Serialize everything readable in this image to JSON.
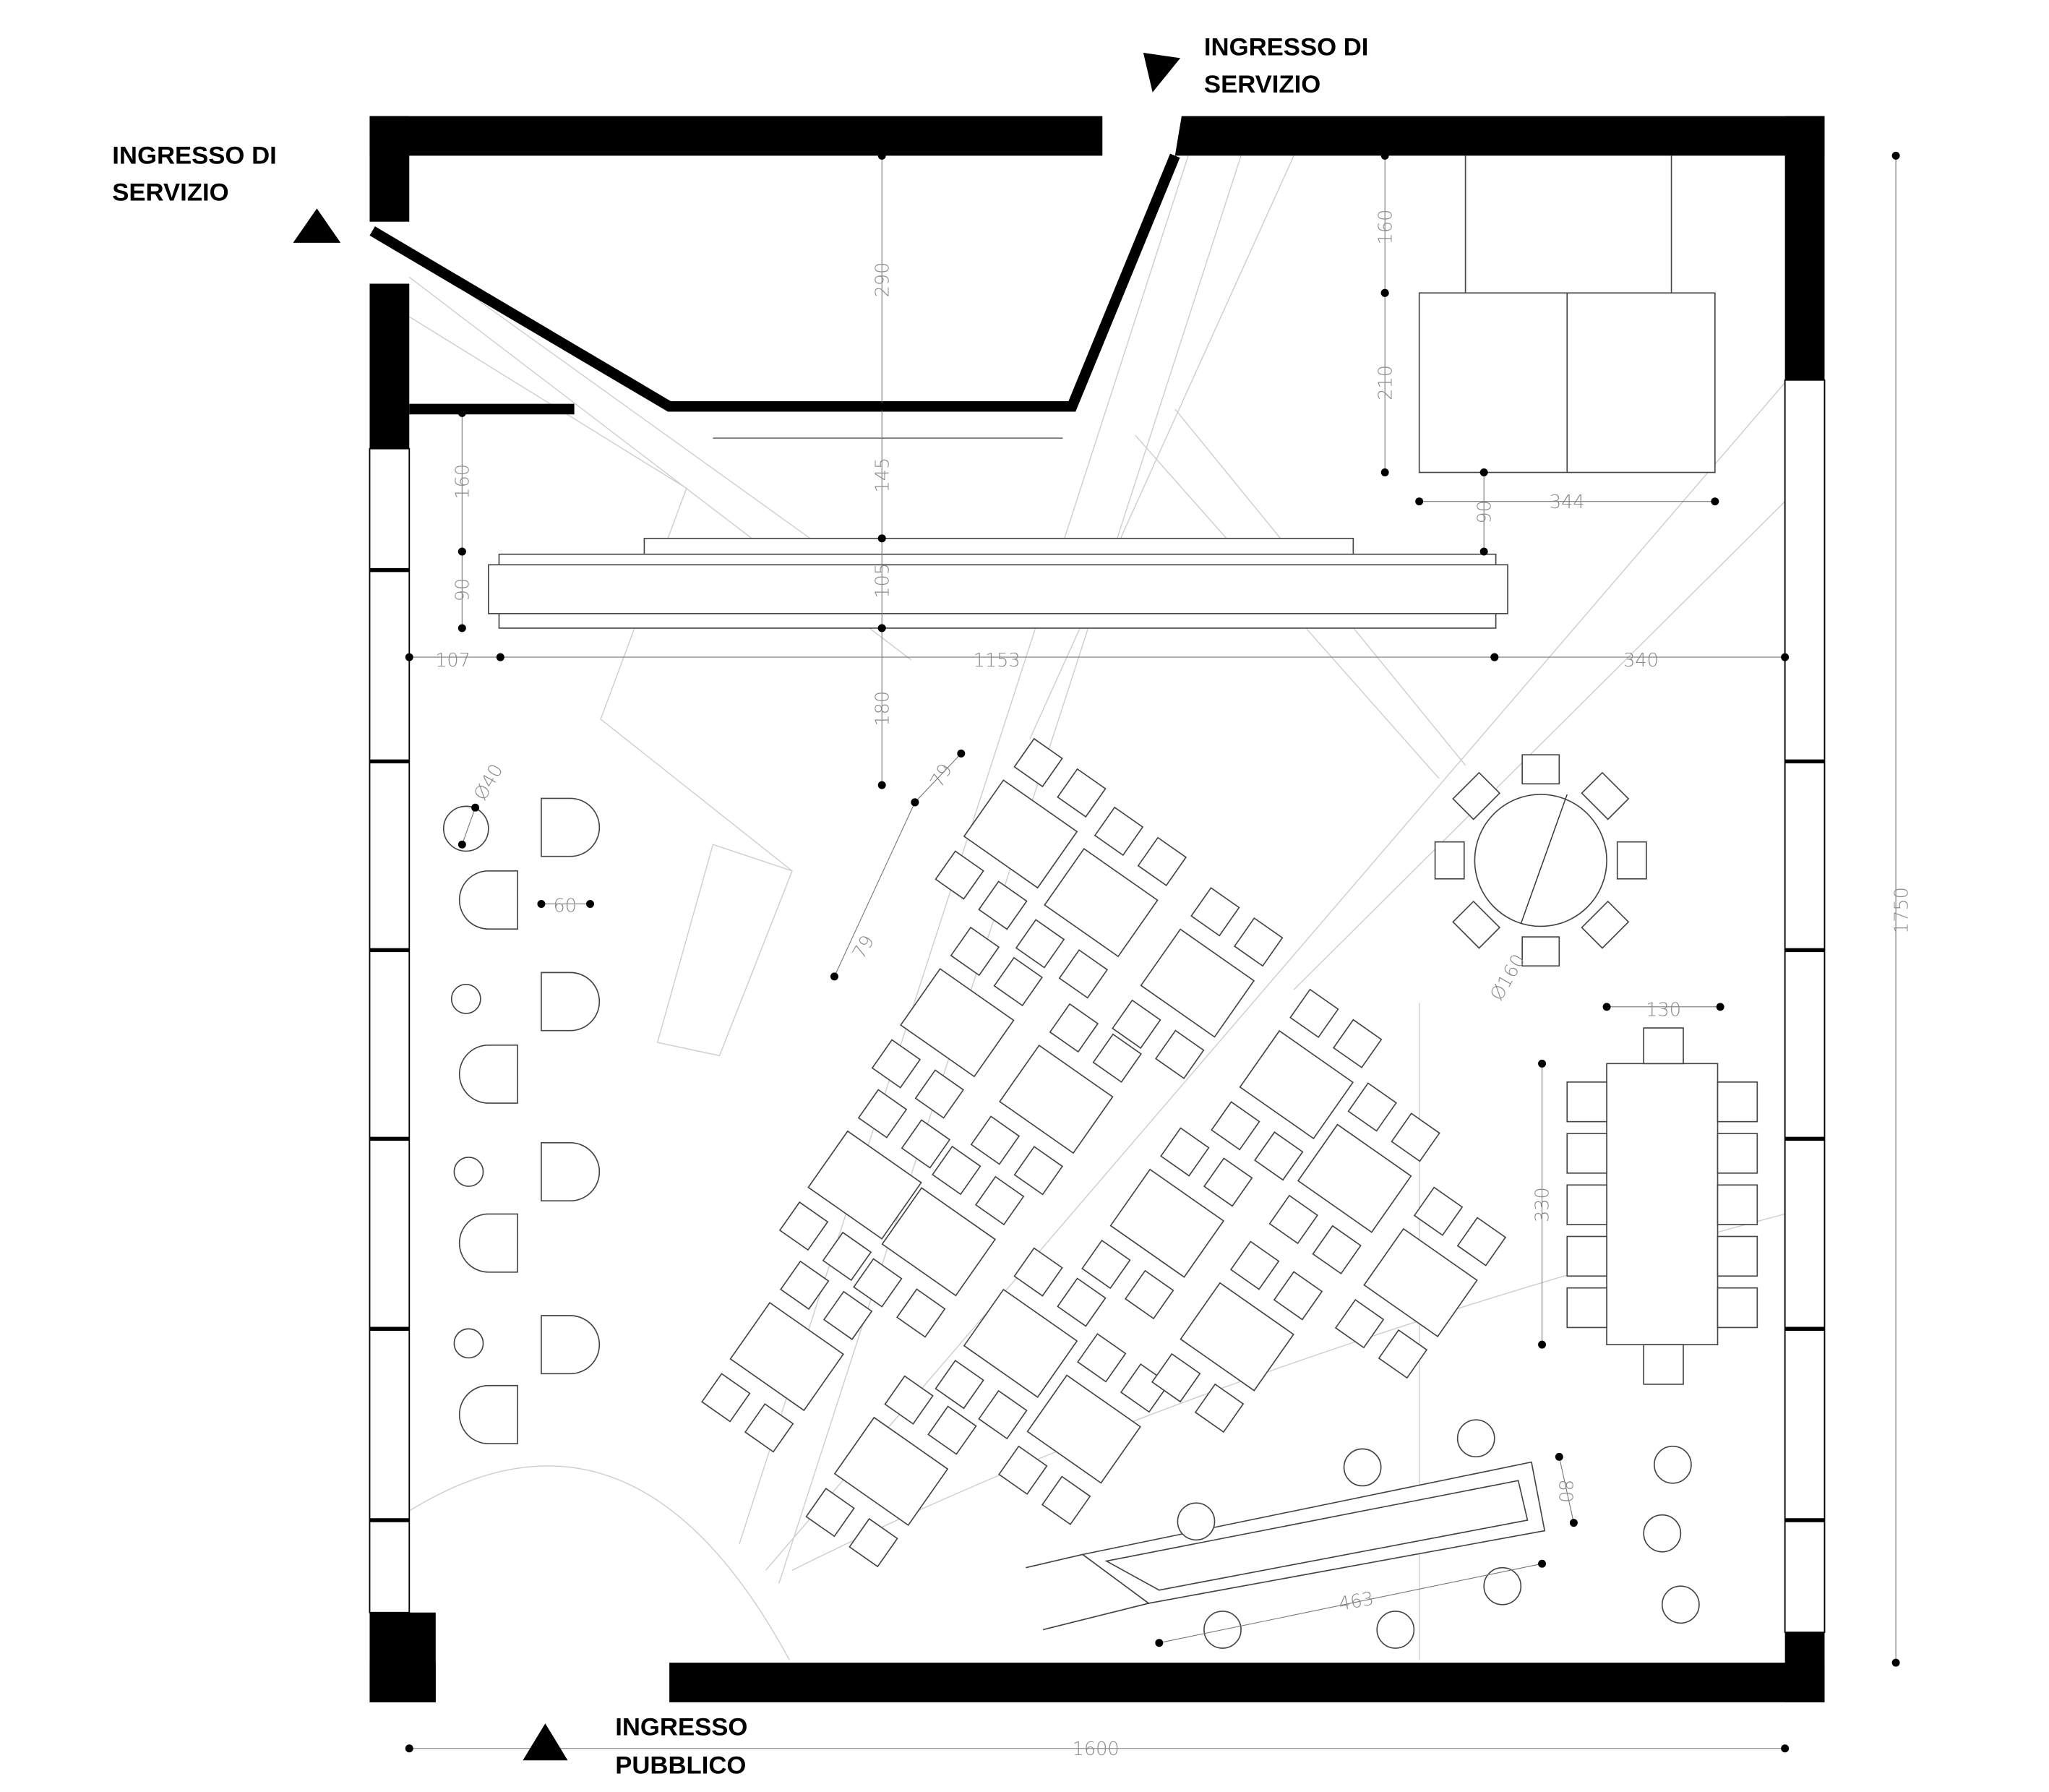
{
  "labels": {
    "service_entrance_top": [
      "INGRESSO DI",
      "SERVIZIO"
    ],
    "service_entrance_left": [
      "INGRESSO DI",
      "SERVIZIO"
    ],
    "public_entrance": [
      "INGRESSO",
      "PUBBLICO"
    ]
  },
  "dimensions": {
    "kitchen_depth": "290",
    "storage_top_gap": "160",
    "storage_depth": "210",
    "storage_width": "344",
    "storage_to_bar": "90",
    "wall_to_bar": "160",
    "kitchen_to_bar": "145",
    "bar_depth_center": "105",
    "bar_depth": "90",
    "bar_left_offset": "107",
    "bar_length": "1153",
    "bar_right_offset": "340",
    "bar_to_tables": "180",
    "table_spacing_1": "79",
    "table_spacing_2": "79",
    "stool_table_diameter": "Ø40",
    "stool_chair_width": "60",
    "round_table_diameter": "Ø160",
    "long_table_width": "130",
    "long_table_length": "330",
    "counter_depth": "80",
    "counter_length": "463",
    "room_depth": "1750",
    "room_width": "1600"
  }
}
